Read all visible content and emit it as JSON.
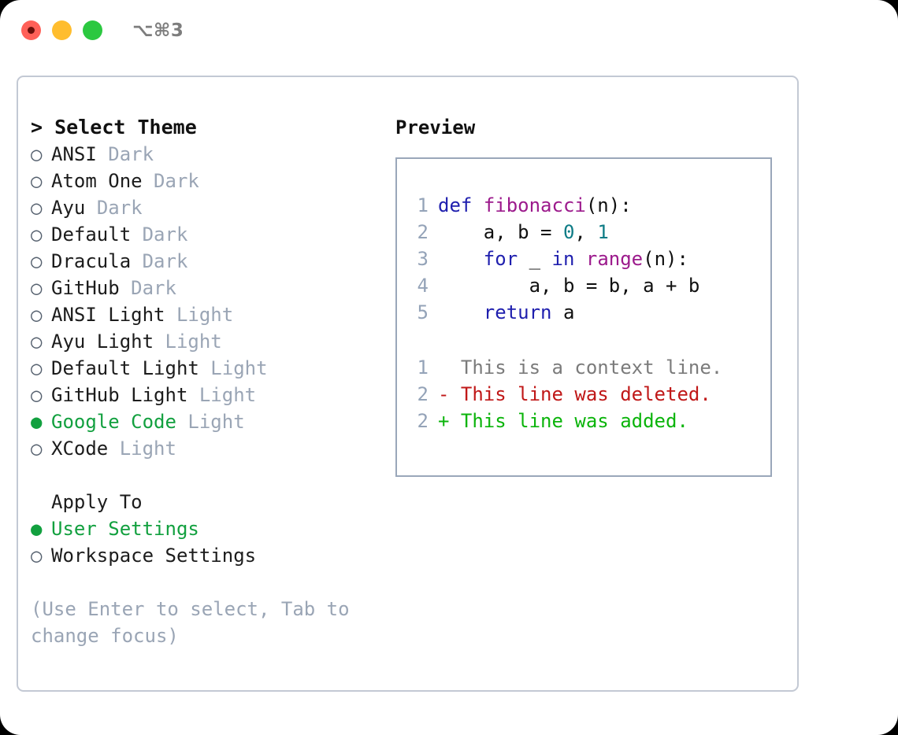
{
  "titlebar": {
    "shortcut": "⌥⌘3",
    "buttons": [
      {
        "name": "close",
        "color": "#ff6058"
      },
      {
        "name": "minimize",
        "color": "#ffbd2e"
      },
      {
        "name": "maximize",
        "color": "#2bc840"
      }
    ]
  },
  "colors": {
    "accent_green": "#12a03f",
    "muted": "#9aa5b5",
    "panel_border": "#c3c9d4",
    "preview_border": "#9aa7ba",
    "keyword": "#1f1fae",
    "function": "#9c1a8c",
    "number": "#0e7c86",
    "diff_added": "#0bb40b",
    "diff_deleted": "#c01818",
    "line_number": "#94a3b8"
  },
  "theme_picker": {
    "header_marker": ">",
    "header": "Select Theme",
    "unselected_marker": "○",
    "selected_marker": "●",
    "items": [
      {
        "marker": "○",
        "name": "ANSI",
        "tag": "Dark",
        "selected": false
      },
      {
        "marker": "○",
        "name": "Atom One",
        "tag": "Dark",
        "selected": false
      },
      {
        "marker": "○",
        "name": "Ayu",
        "tag": "Dark",
        "selected": false
      },
      {
        "marker": "○",
        "name": "Default",
        "tag": "Dark",
        "selected": false
      },
      {
        "marker": "○",
        "name": "Dracula",
        "tag": "Dark",
        "selected": false
      },
      {
        "marker": "○",
        "name": "GitHub",
        "tag": "Dark",
        "selected": false
      },
      {
        "marker": "○",
        "name": "ANSI Light",
        "tag": "Light",
        "selected": false
      },
      {
        "marker": "○",
        "name": "Ayu Light",
        "tag": "Light",
        "selected": false
      },
      {
        "marker": "○",
        "name": "Default Light",
        "tag": "Light",
        "selected": false
      },
      {
        "marker": "○",
        "name": "GitHub Light",
        "tag": "Light",
        "selected": false
      },
      {
        "marker": "●",
        "name": "Google Code",
        "tag": "Light",
        "selected": true
      },
      {
        "marker": "○",
        "name": "XCode",
        "tag": "Light",
        "selected": false
      }
    ]
  },
  "apply_to": {
    "header": "Apply To",
    "items": [
      {
        "marker": "●",
        "name": "User Settings",
        "selected": true
      },
      {
        "marker": "○",
        "name": "Workspace Settings",
        "selected": false
      }
    ]
  },
  "hint": "(Use Enter to select, Tab to change focus)",
  "preview": {
    "title": "Preview",
    "code_lines": [
      {
        "n": "1",
        "tokens": [
          {
            "t": "def",
            "c": "kw"
          },
          {
            "t": " ",
            "c": "plain"
          },
          {
            "t": "fibonacci",
            "c": "fn"
          },
          {
            "t": "(n):",
            "c": "plain"
          }
        ]
      },
      {
        "n": "2",
        "tokens": [
          {
            "t": "    a, b = ",
            "c": "plain"
          },
          {
            "t": "0",
            "c": "num"
          },
          {
            "t": ", ",
            "c": "plain"
          },
          {
            "t": "1",
            "c": "num"
          }
        ]
      },
      {
        "n": "3",
        "tokens": [
          {
            "t": "    ",
            "c": "plain"
          },
          {
            "t": "for",
            "c": "kw"
          },
          {
            "t": " _ ",
            "c": "plain"
          },
          {
            "t": "in",
            "c": "kw"
          },
          {
            "t": " ",
            "c": "plain"
          },
          {
            "t": "range",
            "c": "fn"
          },
          {
            "t": "(n):",
            "c": "plain"
          }
        ]
      },
      {
        "n": "4",
        "tokens": [
          {
            "t": "        a, b = b, a + b",
            "c": "plain"
          }
        ]
      },
      {
        "n": "5",
        "tokens": [
          {
            "t": "    ",
            "c": "plain"
          },
          {
            "t": "return",
            "c": "kw"
          },
          {
            "t": " a",
            "c": "plain"
          }
        ]
      }
    ],
    "diff_lines": [
      {
        "n": "1",
        "marker": " ",
        "text": " This is a context line.",
        "kind": "d-ctx"
      },
      {
        "n": "2",
        "marker": "-",
        "text": " This line was deleted.",
        "kind": "d-del"
      },
      {
        "n": "2",
        "marker": "+",
        "text": " This line was added.",
        "kind": "d-add"
      }
    ]
  }
}
